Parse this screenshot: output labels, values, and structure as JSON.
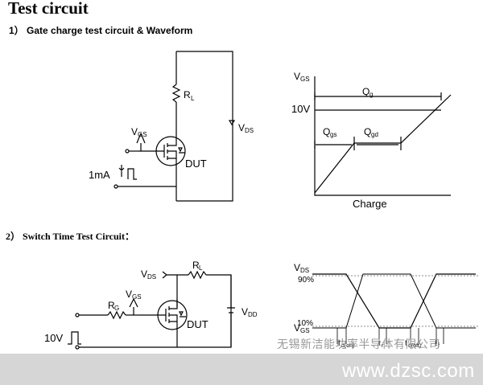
{
  "title": "Test circuit",
  "section1": {
    "heading": "1） Gate charge test circuit & Waveform",
    "circuit": {
      "rl_label": "R",
      "rl_sub": "L",
      "vgs_label": "V",
      "vgs_sub": "GS",
      "vds_label": "V",
      "vds_sub": "DS",
      "dut_label": "DUT",
      "current_label": "1mA"
    },
    "waveform": {
      "y_label": "V",
      "y_sub": "GS",
      "level_label": "10V",
      "qg_label": "Q",
      "qg_sub": "g",
      "qgs_label": "Q",
      "qgs_sub": "gs",
      "qgd_label": "Q",
      "qgd_sub": "gd",
      "x_label": "Charge"
    }
  },
  "section2": {
    "heading": "2） Switch Time Test Circuit：",
    "circuit": {
      "vds_label": "V",
      "vds_sub": "DS",
      "rl_label": "R",
      "rl_sub": "L",
      "vgs_label": "V",
      "vgs_sub": "GS",
      "rg_label": "R",
      "rg_sub": "G",
      "dut_label": "DUT",
      "vdd_label": "V",
      "vdd_sub": "DD",
      "pulse_label": "10V"
    },
    "waveform": {
      "vds_label": "V",
      "vds_sub": "DS",
      "p90_label": "90%",
      "p10_label": "10%",
      "vgs_label": "V",
      "vgs_sub": "GS",
      "tdon": "t",
      "tdon_sub": "d(on)",
      "tr": "t",
      "tr_sub": "r",
      "tdoff": "t",
      "tdoff_sub": "d(off)",
      "tf": "t",
      "tf_sub": "f"
    }
  },
  "watermark": "无锡新洁能功率半导体有限公司",
  "footer_site": "www.dzsc.com"
}
